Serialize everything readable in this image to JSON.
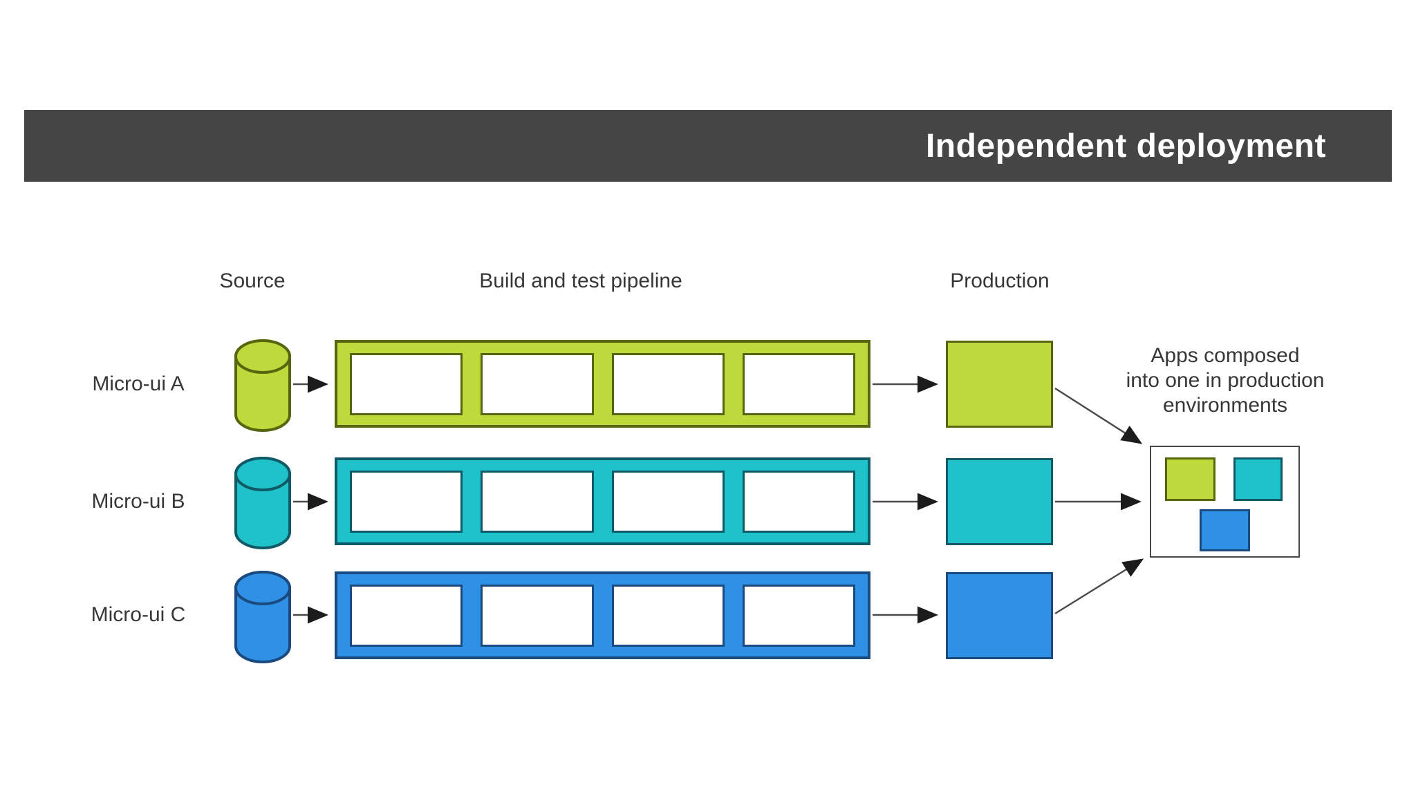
{
  "header": {
    "title": "Independent deployment",
    "bar_color": "#454545",
    "title_color": "#ffffff"
  },
  "columns": [
    {
      "label": "Source"
    },
    {
      "label": "Build and test pipeline"
    },
    {
      "label": "Production"
    }
  ],
  "rows": [
    {
      "label": "Micro-ui A",
      "fill": "#bdd93b",
      "stroke": "#55660f",
      "pipeline_stage_count": 4
    },
    {
      "label": "Micro-ui B",
      "fill": "#1fc2c8",
      "stroke": "#0f5a66",
      "pipeline_stage_count": 4
    },
    {
      "label": "Micro-ui C",
      "fill": "#2e91e5",
      "stroke": "#1a4a80",
      "pipeline_stage_count": 4
    }
  ],
  "annotation": {
    "lines": [
      "Apps composed",
      "into one in production",
      "environments"
    ]
  },
  "diagram": {
    "arrow_line_color": "#4a4a4a",
    "arrow_head_color": "#1c1c1c",
    "text_color": "#373737",
    "background_color": "#ffffff"
  }
}
